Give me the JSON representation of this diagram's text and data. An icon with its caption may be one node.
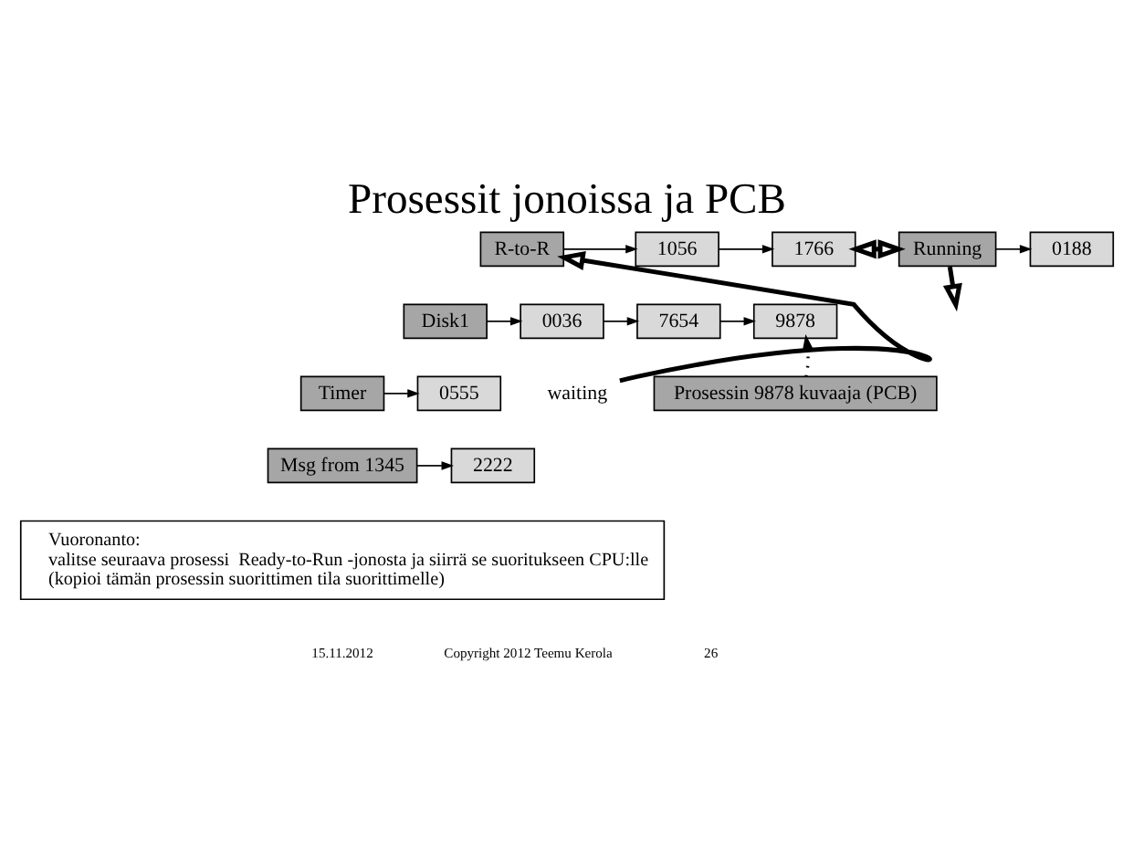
{
  "diagram": {
    "title": "Prosessit jonoissa ja PCB",
    "nodes": [
      {
        "text": [
          "R-to-R"
        ]
      },
      {
        "text": [
          "1056"
        ]
      },
      {
        "text": [
          "1766"
        ]
      },
      {
        "text": [
          "Running"
        ]
      },
      {
        "text": [
          "0188"
        ]
      },
      {
        "text": [
          "Disk1"
        ]
      },
      {
        "text": [
          "0036"
        ]
      },
      {
        "text": [
          "7654"
        ]
      },
      {
        "text": [
          "9878"
        ]
      },
      {
        "text": [
          "Timer"
        ]
      },
      {
        "text": [
          "0555"
        ]
      },
      {
        "text": [
          "Msg from 1345"
        ]
      },
      {
        "text": [
          "2222"
        ]
      },
      {
        "text": [
          "waiting"
        ]
      },
      {
        "text": [
          "Prosessin 9878 kuvaaja (PCB)"
        ]
      },
      {
        "text": [
          "Vuoronanto:",
          "valitse seuraava prosessi  Ready-to-Run -jonosta ja siirrä se suoritukseen CPU:lle",
          "(kopioi tämän prosessin suorittimen tila suorittimelle)"
        ]
      }
    ],
    "edges": [
      {
        "from": 0,
        "to": 1,
        "arrow": "to"
      },
      {
        "from": 1,
        "to": 2,
        "arrow": "to"
      },
      {
        "from": 2,
        "to": 3,
        "arrow": "both",
        "style": "thick"
      },
      {
        "from": 3,
        "to": 4,
        "arrow": "to"
      },
      {
        "from": 5,
        "to": 6,
        "arrow": "to"
      },
      {
        "from": 6,
        "to": 7,
        "arrow": "to"
      },
      {
        "from": 7,
        "to": 8,
        "arrow": "to"
      },
      {
        "from": 9,
        "to": 10,
        "arrow": "to"
      },
      {
        "from": 11,
        "to": 12,
        "arrow": "to"
      },
      {
        "from": 14,
        "to": 8,
        "arrow": "to",
        "style": "dashed"
      },
      {
        "from": 13,
        "to": 0,
        "arrow": "to",
        "style": "thick"
      },
      {
        "from": 3,
        "to": null,
        "arrow": "to",
        "style": "thick"
      }
    ],
    "labels": [
      "15.11.2012",
      "Copyright 2012 Teemu Kerola",
      "26"
    ]
  }
}
